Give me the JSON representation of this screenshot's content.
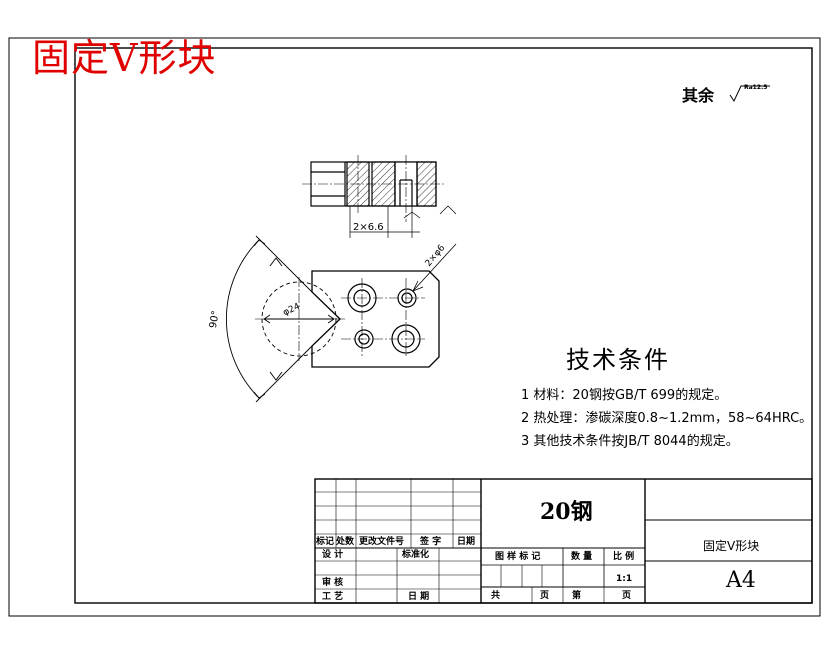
{
  "title": "固定V形块",
  "roughness": {
    "label": "其余",
    "value": "Ra12.5"
  },
  "dimensions": {
    "slot": "2×6.6",
    "holes": "2×φ6",
    "circle": "φ24",
    "angle": "90°"
  },
  "tech_requirements": {
    "title": "技术条件",
    "items": [
      "1  材料：20钢按GB/T  699的规定。",
      "2  热处理：渗碳深度0.8~1.2mm，58~64HRC。",
      "3  其他技术条件按JB/T 8044的规定。"
    ]
  },
  "title_block": {
    "material": "20钢",
    "part_name": "固定V形块",
    "paper_size": "A4",
    "scale": "1:1",
    "headers": [
      "标记",
      "处数",
      "更改文件号",
      "签 字",
      "日期"
    ],
    "design": "设 计",
    "standardization": "标准化",
    "review": "审 核",
    "process": "工 艺",
    "date": "日 期",
    "drawing_mark": "图 样 标 记",
    "quantity": "数 量",
    "ratio": "比 例",
    "total": "共",
    "sheet": "第",
    "page1": "页",
    "page2": "页"
  }
}
